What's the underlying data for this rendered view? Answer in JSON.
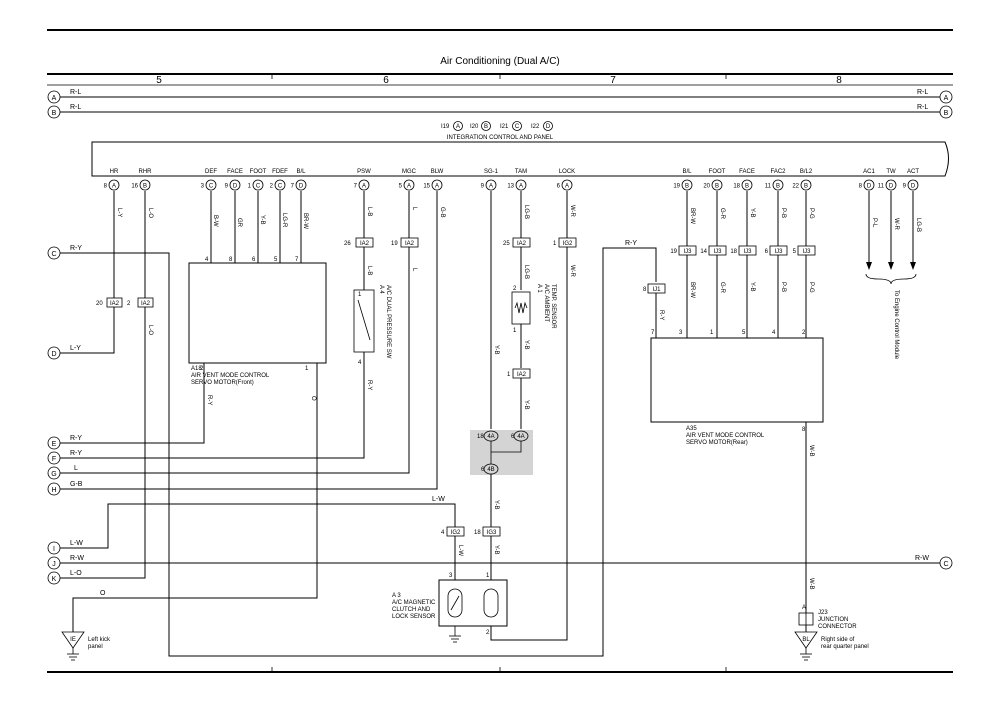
{
  "title": "Air Conditioning (Dual A/C)",
  "grid_columns": [
    "5",
    "6",
    "7",
    "8"
  ],
  "integration_panel": {
    "connectors": [
      "I19",
      "A",
      "I20",
      "B",
      "I21",
      "C",
      "I22",
      "D"
    ],
    "label": "INTEGRATION CONTROL AND PANEL",
    "pins": [
      {
        "name": "HR",
        "num": "8",
        "conn": "A"
      },
      {
        "name": "RHR",
        "num": "16",
        "conn": "B"
      },
      {
        "name": "DEF",
        "num": "3",
        "conn": "C"
      },
      {
        "name": "FACE",
        "num": "9",
        "conn": "D"
      },
      {
        "name": "FOOT",
        "num": "1",
        "conn": "C"
      },
      {
        "name": "FDEF",
        "num": "2",
        "conn": "C"
      },
      {
        "name": "B/L",
        "num": "7",
        "conn": "D"
      },
      {
        "name": "PSW",
        "num": "7",
        "conn": "A"
      },
      {
        "name": "MGC",
        "num": "5",
        "conn": "A"
      },
      {
        "name": "BLW",
        "num": "15",
        "conn": "A"
      },
      {
        "name": "SG-1",
        "num": "9",
        "conn": "A"
      },
      {
        "name": "TAM",
        "num": "13",
        "conn": "A"
      },
      {
        "name": "LOCK",
        "num": "6",
        "conn": "A"
      },
      {
        "name": "B/L",
        "num": "19",
        "conn": "B"
      },
      {
        "name": "FOOT",
        "num": "20",
        "conn": "B"
      },
      {
        "name": "FACE",
        "num": "18",
        "conn": "B"
      },
      {
        "name": "FAC2",
        "num": "11",
        "conn": "B"
      },
      {
        "name": "B/L2",
        "num": "22",
        "conn": "B"
      },
      {
        "name": "AC1",
        "num": "8",
        "conn": "D"
      },
      {
        "name": "TW",
        "num": "11",
        "conn": "D"
      },
      {
        "name": "ACT",
        "num": "9",
        "conn": "D"
      }
    ]
  },
  "left_terminals": [
    {
      "id": "A",
      "wire": "R-L"
    },
    {
      "id": "B",
      "wire": "R-L"
    },
    {
      "id": "C",
      "wire": "R-Y"
    },
    {
      "id": "D",
      "wire": "L-Y"
    },
    {
      "id": "E",
      "wire": "R-Y"
    },
    {
      "id": "F",
      "wire": "R-Y"
    },
    {
      "id": "G",
      "wire": "L"
    },
    {
      "id": "H",
      "wire": "G-B"
    },
    {
      "id": "I",
      "wire": "L-W"
    },
    {
      "id": "J",
      "wire": "R-W"
    },
    {
      "id": "K",
      "wire": "L-O"
    }
  ],
  "right_terminals": [
    {
      "id": "A",
      "wire": "R-L"
    },
    {
      "id": "B",
      "wire": "R-L"
    },
    {
      "id": "C",
      "wire": "R-W"
    }
  ],
  "wire_labels": {
    "hr": "L-Y",
    "rhr": "L-O",
    "def": "B-W",
    "face": "GR",
    "foot": "Y-B",
    "fdef": "LG-R",
    "bl": "BR-W",
    "psw": "L-B",
    "psw2": "L-B",
    "mgc": "L",
    "mgc2": "L",
    "blw": "G-B",
    "tam": "LG-B",
    "tam2": "LG-B",
    "lock": "W-R",
    "lock2": "W-R",
    "sg1": "Y-B",
    "tam3": "Y-B",
    "tam4": "Y-B",
    "a18_2": "R-Y",
    "a18_1": "O",
    "a4": "R-Y",
    "ia2_left": "L-O",
    "rbl": "BR-W",
    "rfoot": "G-R",
    "rface": "Y-B",
    "rfac2": "P-B",
    "rbl2": "P-G",
    "rbl_b": "BR-W",
    "rfoot_b": "G-R",
    "rface_b": "Y-B",
    "rfac2_b": "P-B",
    "rbl2_b": "P-G",
    "ry_right": "R-Y",
    "ry_right2": "R-Y",
    "a35_8": "W-B",
    "a35_8b": "W-B",
    "ac1": "P-L",
    "tw": "W-R",
    "act": "LG-B",
    "lw": "L-W",
    "lw2": "L-W",
    "ig3_yb": "Y-B",
    "ig3_yb2": "Y-B",
    "o_ground": "O"
  },
  "connectors_small": {
    "ia2": "IA2",
    "ig2": "IG2",
    "ig3": "IG3",
    "ij1": "IJ1",
    "ij3": "IJ3",
    "c4a": "4A",
    "c4b": "4B"
  },
  "components": {
    "a18": {
      "id": "A18",
      "line1": "AIR VENT MODE CONTROL",
      "line2": "SERVO MOTOR(Front)"
    },
    "a4": {
      "id": "A 4",
      "line1": "A/C DUAL PRESSURE SW"
    },
    "a1": {
      "id": "A 1",
      "line1": "A/C AMBIENT",
      "line2": "TEMP. SENSOR"
    },
    "a35": {
      "id": "A35",
      "line1": "AIR VENT MODE CONTROL",
      "line2": "SERVO MOTOR(Rear)"
    },
    "a3": {
      "id": "A 3",
      "line1": "A/C MAGNETIC",
      "line2": "CLUTCH AND",
      "line3": "LOCK SENSOR"
    },
    "j23": {
      "id": "J23",
      "line1": "JUNCTION",
      "line2": "CONNECTOR"
    },
    "ecm": {
      "line1": "To Engine Control Module"
    }
  },
  "grounds": [
    {
      "id": "IE",
      "line1": "Left kick",
      "line2": "panel"
    },
    {
      "id": "BL",
      "line1": "Right side of",
      "line2": "rear quarter panel"
    }
  ]
}
